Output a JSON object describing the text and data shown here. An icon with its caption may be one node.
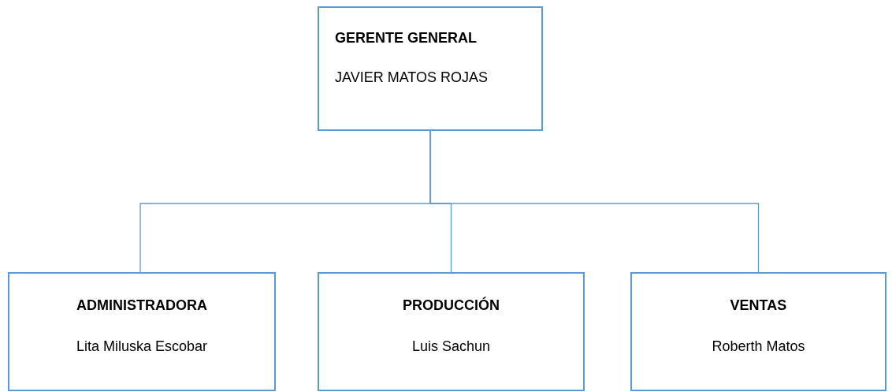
{
  "diagram": {
    "nodes": [
      {
        "text": [
          "GERENTE GENERAL",
          "JAVIER MATOS ROJAS"
        ]
      },
      {
        "text": [
          "ADMINISTRADORA",
          "Lita Miluska Escobar"
        ]
      },
      {
        "text": [
          "PRODUCCIÓN",
          "Luis Sachun"
        ]
      },
      {
        "text": [
          "VENTAS",
          "Roberth Matos"
        ]
      }
    ],
    "edges": [
      {
        "from": 0,
        "to": 1,
        "arrow": "none"
      },
      {
        "from": 0,
        "to": 2,
        "arrow": "none"
      },
      {
        "from": 0,
        "to": 3,
        "arrow": "none"
      }
    ]
  }
}
